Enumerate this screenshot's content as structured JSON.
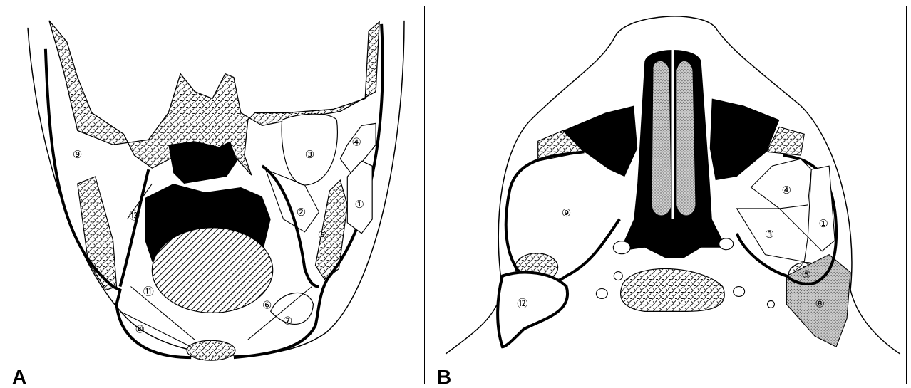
{
  "panels": [
    {
      "letter": "A",
      "labels": [
        "①",
        "②",
        "③",
        "④",
        "⑤",
        "⑥",
        "⑦",
        "⑨",
        "⑩",
        "⑪",
        "⑬"
      ]
    },
    {
      "letter": "B",
      "labels": [
        "①",
        "③",
        "④",
        "⑤",
        "⑧",
        "⑨",
        "⑫"
      ]
    }
  ],
  "colors": {
    "stroke": "#000000",
    "fill_dark": "#000000",
    "fill_stipple": "#b0b0b0",
    "background": "#ffffff"
  }
}
